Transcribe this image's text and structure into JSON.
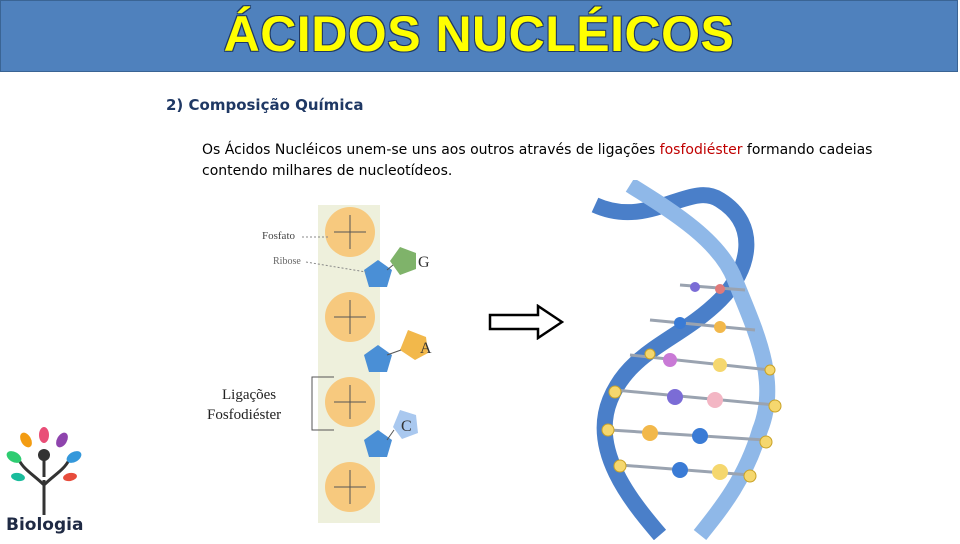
{
  "header": {
    "title": "ÁCIDOS NUCLÉICOS"
  },
  "section": {
    "heading": "2) Composição Química"
  },
  "paragraph": {
    "part1": "Os Ácidos Nucléicos unem-se uns aos outros através  de ligações ",
    "highlight": "fosfodiéster",
    "part2": "  formando cadeias contendo milhares de nucleotídeos."
  },
  "diagram": {
    "label_fosfato": "Fosfato",
    "label_ribose": "Ribose",
    "label_ligacoes": "Ligações",
    "label_fosfodiester": "Fosfodiéster",
    "bases": [
      "G",
      "A",
      "C"
    ]
  },
  "logo": {
    "text": "Biologia"
  },
  "colors": {
    "header_bg": "#4f81bd",
    "title_text": "#ffff00",
    "highlight": "#c00000"
  }
}
